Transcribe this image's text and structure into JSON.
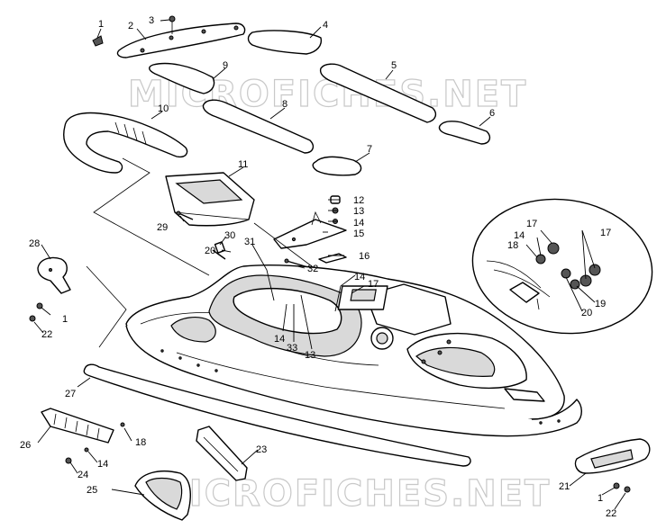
{
  "watermark": {
    "top": "MICROFICHES.NET",
    "bottom": "MICROFICHES.NET"
  },
  "callouts": [
    {
      "id": "c1a",
      "text": "1"
    },
    {
      "id": "c2",
      "text": "2"
    },
    {
      "id": "c3",
      "text": "3"
    },
    {
      "id": "c4",
      "text": "4"
    },
    {
      "id": "c5",
      "text": "5"
    },
    {
      "id": "c6",
      "text": "6"
    },
    {
      "id": "c7",
      "text": "7"
    },
    {
      "id": "c8",
      "text": "8"
    },
    {
      "id": "c9",
      "text": "9"
    },
    {
      "id": "c10",
      "text": "10"
    },
    {
      "id": "c11",
      "text": "11"
    },
    {
      "id": "c12",
      "text": "12"
    },
    {
      "id": "c13a",
      "text": "13"
    },
    {
      "id": "c14a",
      "text": "14"
    },
    {
      "id": "c15",
      "text": "15"
    },
    {
      "id": "c16",
      "text": "16"
    },
    {
      "id": "c14b",
      "text": "14"
    },
    {
      "id": "c17a",
      "text": "17"
    },
    {
      "id": "c29",
      "text": "29"
    },
    {
      "id": "c30",
      "text": "30"
    },
    {
      "id": "c20a",
      "text": "20"
    },
    {
      "id": "c31",
      "text": "31"
    },
    {
      "id": "c32",
      "text": "32"
    },
    {
      "id": "c28",
      "text": "28"
    },
    {
      "id": "c1b",
      "text": "1"
    },
    {
      "id": "c22a",
      "text": "22"
    },
    {
      "id": "c14c",
      "text": "14"
    },
    {
      "id": "c33",
      "text": "33"
    },
    {
      "id": "c13b",
      "text": "13"
    },
    {
      "id": "c17b",
      "text": "17"
    },
    {
      "id": "c14d",
      "text": "14"
    },
    {
      "id": "c18a",
      "text": "18"
    },
    {
      "id": "c17c",
      "text": "17"
    },
    {
      "id": "c19",
      "text": "19"
    },
    {
      "id": "c20b",
      "text": "20"
    },
    {
      "id": "c27",
      "text": "27"
    },
    {
      "id": "c26",
      "text": "26"
    },
    {
      "id": "c18b",
      "text": "18"
    },
    {
      "id": "c14e",
      "text": "14"
    },
    {
      "id": "c24",
      "text": "24"
    },
    {
      "id": "c23",
      "text": "23"
    },
    {
      "id": "c25",
      "text": "25"
    },
    {
      "id": "c21",
      "text": "21"
    },
    {
      "id": "c1c",
      "text": "1"
    },
    {
      "id": "c22b",
      "text": "22"
    }
  ]
}
